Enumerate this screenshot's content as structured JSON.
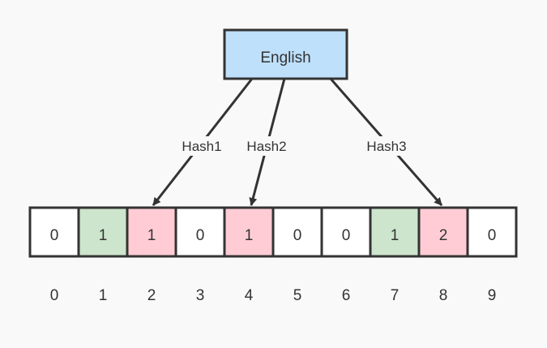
{
  "root": {
    "label": "English",
    "fill": "#bfe0fb"
  },
  "hashes": [
    {
      "label": "Hash1",
      "target_index": 2
    },
    {
      "label": "Hash2",
      "target_index": 4
    },
    {
      "label": "Hash3",
      "target_index": 8
    }
  ],
  "cells": [
    {
      "value": "0",
      "index": "0",
      "state": "empty"
    },
    {
      "value": "1",
      "index": "1",
      "state": "existing"
    },
    {
      "value": "1",
      "index": "2",
      "state": "hit"
    },
    {
      "value": "0",
      "index": "3",
      "state": "empty"
    },
    {
      "value": "1",
      "index": "4",
      "state": "hit"
    },
    {
      "value": "0",
      "index": "5",
      "state": "empty"
    },
    {
      "value": "0",
      "index": "6",
      "state": "empty"
    },
    {
      "value": "1",
      "index": "7",
      "state": "existing"
    },
    {
      "value": "2",
      "index": "8",
      "state": "hit"
    },
    {
      "value": "0",
      "index": "9",
      "state": "empty"
    }
  ],
  "colors": {
    "empty": "#ffffff",
    "existing": "#cce5cc",
    "hit": "#ffccd5",
    "stroke": "#333333",
    "background": "#f9f9f9"
  }
}
